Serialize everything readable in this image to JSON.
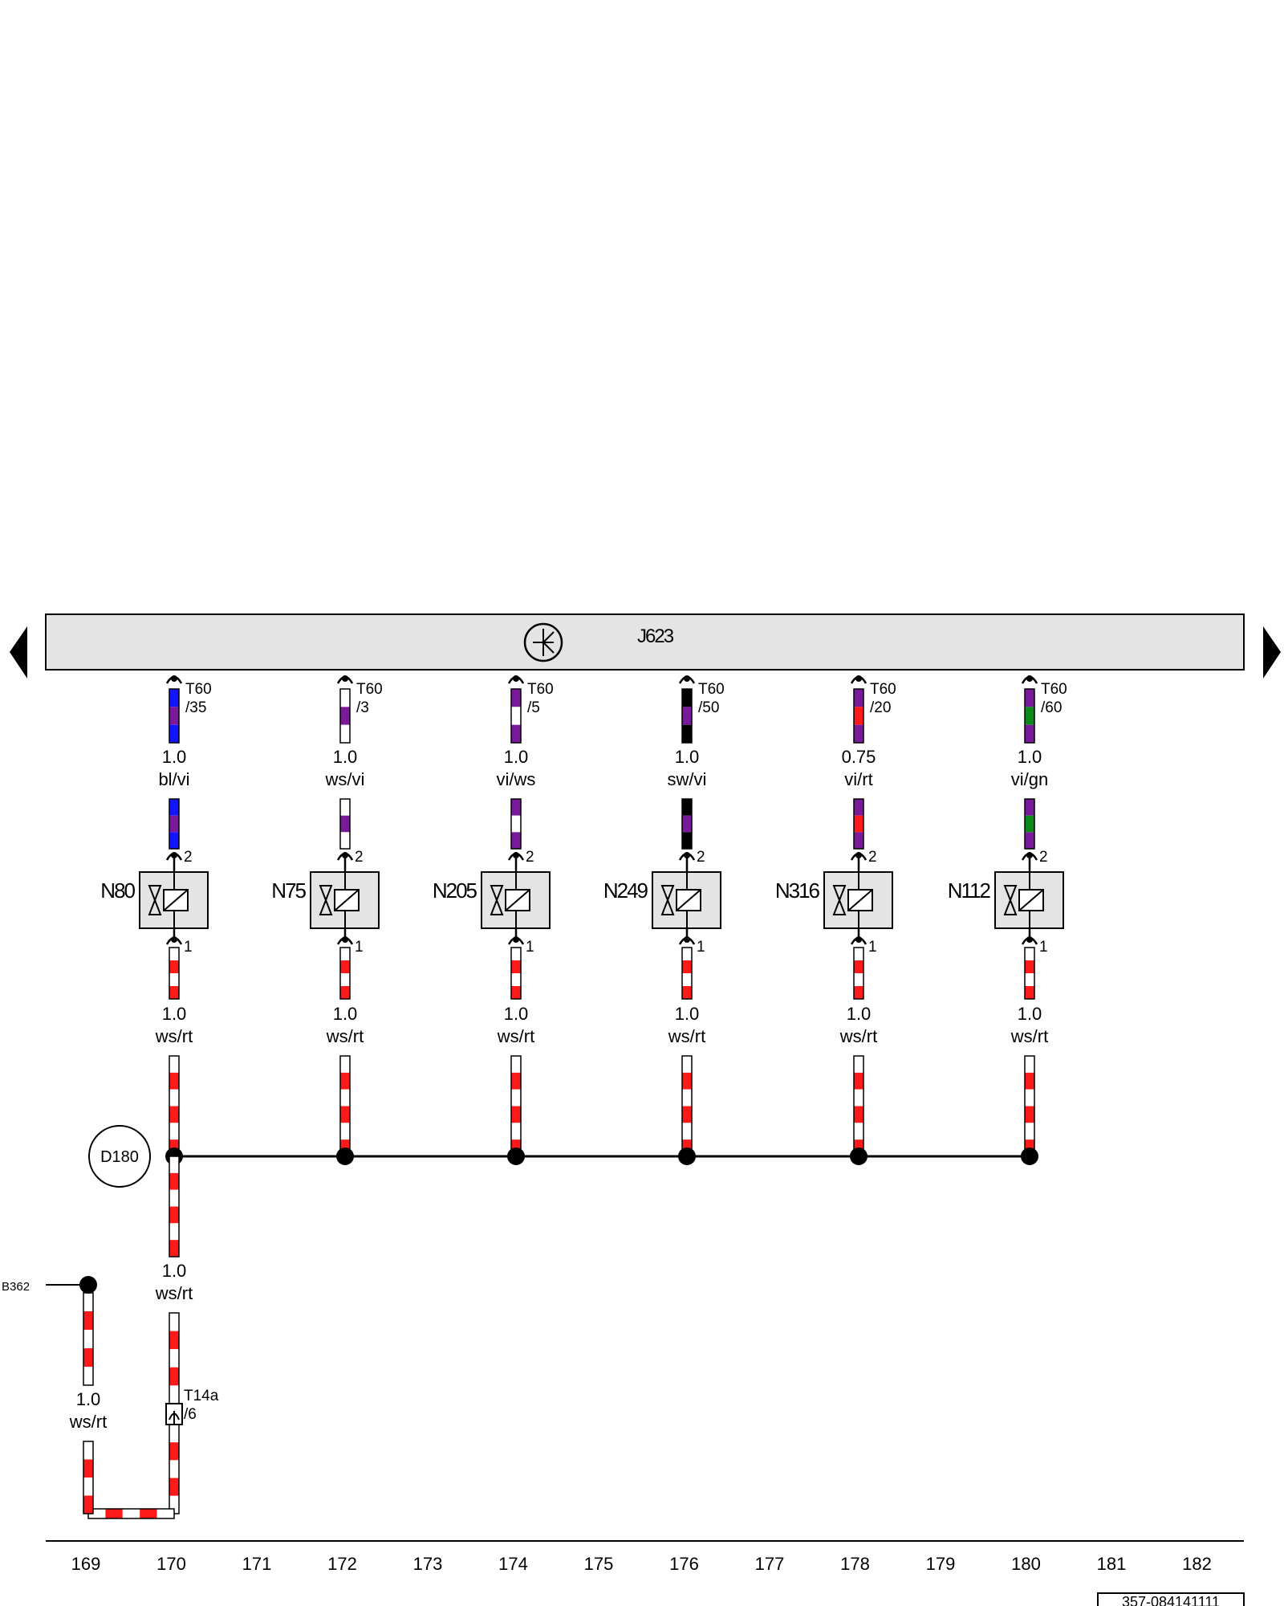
{
  "control_unit": {
    "label": "J623"
  },
  "branches": [
    {
      "connector": "T60",
      "pin": "/35",
      "wire_size": "1.0",
      "wire_color": "bl/vi",
      "colors": [
        "#1414ff",
        "#7a1a9a"
      ],
      "component": "N80",
      "pin_top": "2",
      "pin_bottom": "1",
      "ground_size": "1.0",
      "ground_color": "ws/rt"
    },
    {
      "connector": "T60",
      "pin": "/3",
      "wire_size": "1.0",
      "wire_color": "ws/vi",
      "colors": [
        "#ffffff",
        "#7a1a9a"
      ],
      "component": "N75",
      "pin_top": "2",
      "pin_bottom": "1",
      "ground_size": "1.0",
      "ground_color": "ws/rt"
    },
    {
      "connector": "T60",
      "pin": "/5",
      "wire_size": "1.0",
      "wire_color": "vi/ws",
      "colors": [
        "#7a1a9a",
        "#ffffff"
      ],
      "component": "N205",
      "pin_top": "2",
      "pin_bottom": "1",
      "ground_size": "1.0",
      "ground_color": "ws/rt"
    },
    {
      "connector": "T60",
      "pin": "/50",
      "wire_size": "1.0",
      "wire_color": "sw/vi",
      "colors": [
        "#000000",
        "#7a1a9a"
      ],
      "component": "N249",
      "pin_top": "2",
      "pin_bottom": "1",
      "ground_size": "1.0",
      "ground_color": "ws/rt"
    },
    {
      "connector": "T60",
      "pin": "/20",
      "wire_size": "0.75",
      "wire_color": "vi/rt",
      "colors": [
        "#7a1a9a",
        "#ff1a1a"
      ],
      "component": "N316",
      "pin_top": "2",
      "pin_bottom": "1",
      "ground_size": "1.0",
      "ground_color": "ws/rt"
    },
    {
      "connector": "T60",
      "pin": "/60",
      "wire_size": "1.0",
      "wire_color": "vi/gn",
      "colors": [
        "#7a1a9a",
        "#0a8a1a"
      ],
      "component": "N112",
      "pin_top": "2",
      "pin_bottom": "1",
      "ground_size": "1.0",
      "ground_color": "ws/rt"
    }
  ],
  "splice": {
    "label": "D180"
  },
  "trunk": {
    "wire_size": "1.0",
    "wire_color": "ws/rt"
  },
  "return": {
    "label": "B362",
    "wire_size": "1.0",
    "wire_color": "ws/rt"
  },
  "connector_t14a": {
    "connector": "T14a",
    "pin": "/6"
  },
  "ground_colors": [
    "#ffffff",
    "#ff1a1a"
  ],
  "columns": [
    "169",
    "170",
    "171",
    "172",
    "173",
    "174",
    "175",
    "176",
    "177",
    "178",
    "179",
    "180",
    "181",
    "182"
  ],
  "doc_number": "357-084141111"
}
